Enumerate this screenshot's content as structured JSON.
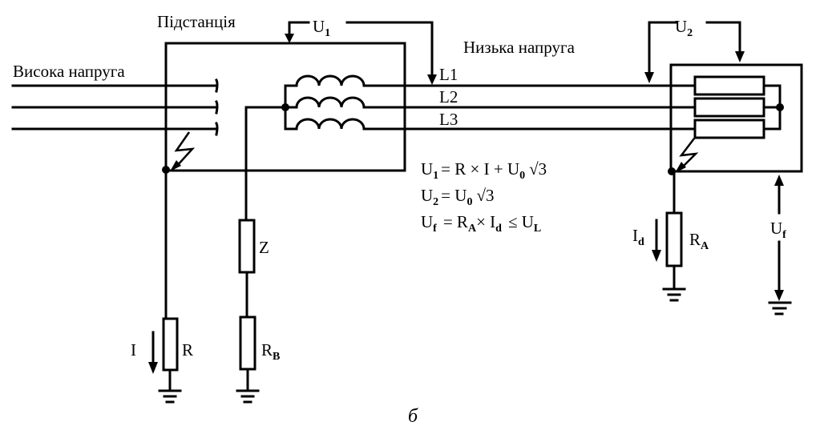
{
  "diagram": {
    "labels": {
      "substation": "Підстанція",
      "high_voltage": "Висока напруга",
      "low_voltage": "Низька напруга",
      "u1": "U",
      "u1_sub": "1",
      "u2": "U",
      "u2_sub": "2",
      "uf": "U",
      "uf_sub": "f",
      "l1": "L1",
      "l2": "L2",
      "l3": "L3",
      "z": "Z",
      "r": "R",
      "rb": "R",
      "rb_sub": "B",
      "ra": "R",
      "ra_sub": "A",
      "i": "I",
      "id": "I",
      "id_sub": "d",
      "caption": "б"
    },
    "formulas": [
      {
        "lhs": "U",
        "lhs_sub": "1",
        "rhs": "= R × I + U",
        "rhs_sub": "0",
        "tail": "√3"
      },
      {
        "lhs": "U",
        "lhs_sub": "2",
        "rhs": "= U",
        "rhs_sub": "0",
        "tail": "√3"
      },
      {
        "lhs": "U",
        "lhs_sub": "f",
        "rhs": "= R",
        "rhs_sub": "A",
        "tail": "× I",
        "tail_sub": "d",
        "tail2": "≤ U",
        "tail2_sub": "L"
      }
    ]
  }
}
